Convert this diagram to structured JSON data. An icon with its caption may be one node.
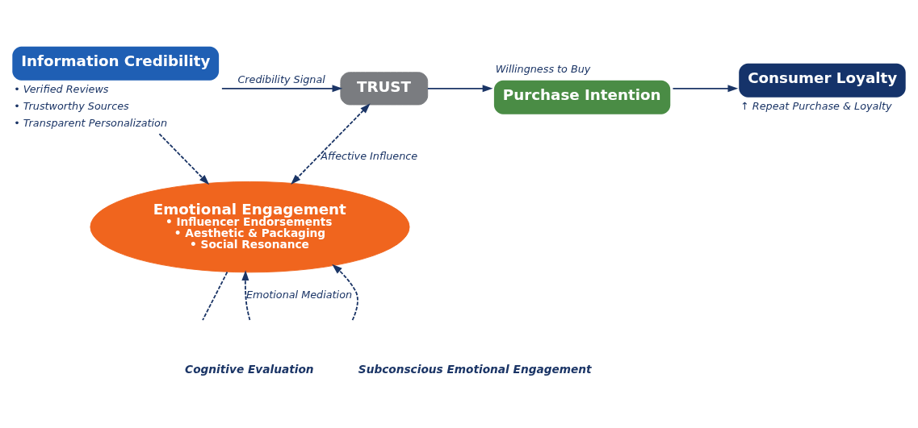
{
  "diagram": {
    "nodes": [
      {
        "text": [
          "Information Credibility"
        ],
        "beside": [
          "• Verified Reviews",
          "• Trustworthy Sources",
          "• Transparent Personalization"
        ]
      },
      {
        "text": [
          "TRUST"
        ]
      },
      {
        "text": [
          "Purchase Intention"
        ],
        "beside": [
          "Willingness to Buy"
        ]
      },
      {
        "text": [
          "Consumer Loyalty"
        ],
        "beside": [
          "↑ Repeat Purchase & Loyalty"
        ]
      },
      {
        "text": [
          "Emotional Engagement",
          "• Influencer Endorsements",
          "• Aesthetic & Packaging",
          "• Social Resonance"
        ]
      }
    ],
    "edges": [
      {
        "from": 0,
        "to": 1,
        "arrow": "to",
        "label": "Credibility Signal"
      },
      {
        "from": 1,
        "to": 2,
        "arrow": "to"
      },
      {
        "from": 2,
        "to": 3,
        "arrow": "to"
      },
      {
        "from": 0,
        "to": 4,
        "arrow": "to",
        "style": "dashed"
      },
      {
        "from": 1,
        "to": 4,
        "arrow": "both",
        "style": "dashed",
        "label": "Affective Influence"
      },
      {
        "from": null,
        "to": 4,
        "arrow": "to",
        "style": "dashed",
        "label": "Emotional Mediation"
      },
      {
        "from": 4,
        "to": null,
        "arrow": "none",
        "style": "dashed"
      },
      {
        "from": null,
        "to": 4,
        "arrow": "to",
        "style": "dashed"
      }
    ],
    "labels": [
      "Cognitive Evaluation",
      "Subconscious Emotional Engagement"
    ]
  }
}
